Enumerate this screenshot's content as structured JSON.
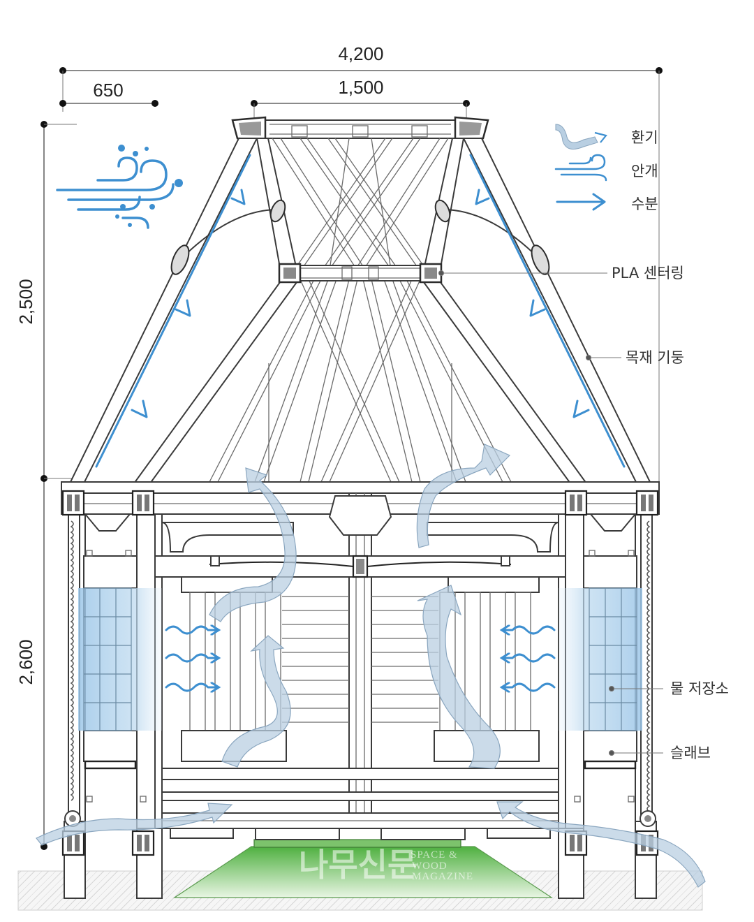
{
  "dimensions": {
    "overall_width": "4,200",
    "edge_offset": "650",
    "top_width": "1,500",
    "roof_height": "2,500",
    "body_height": "2,600"
  },
  "legend": [
    {
      "icon": "ventilation-icon",
      "label": "환기"
    },
    {
      "icon": "mist-icon",
      "label": "안개"
    },
    {
      "icon": "moisture-arrow-icon",
      "label": "수분"
    }
  ],
  "callouts": {
    "pla_centering": "PLA 센터링",
    "timber_column": "목재 기둥",
    "water_storage": "물 저장소",
    "slab": "슬래브"
  },
  "watermark": {
    "title": "나무신문",
    "line1": "SPACE &",
    "line2": "WOOD",
    "line3": "MAGAZINE"
  },
  "colors": {
    "water_blue": "#3d8fd0",
    "air_flow": "#b9cfe2",
    "ground_green": "#5cb84a"
  }
}
